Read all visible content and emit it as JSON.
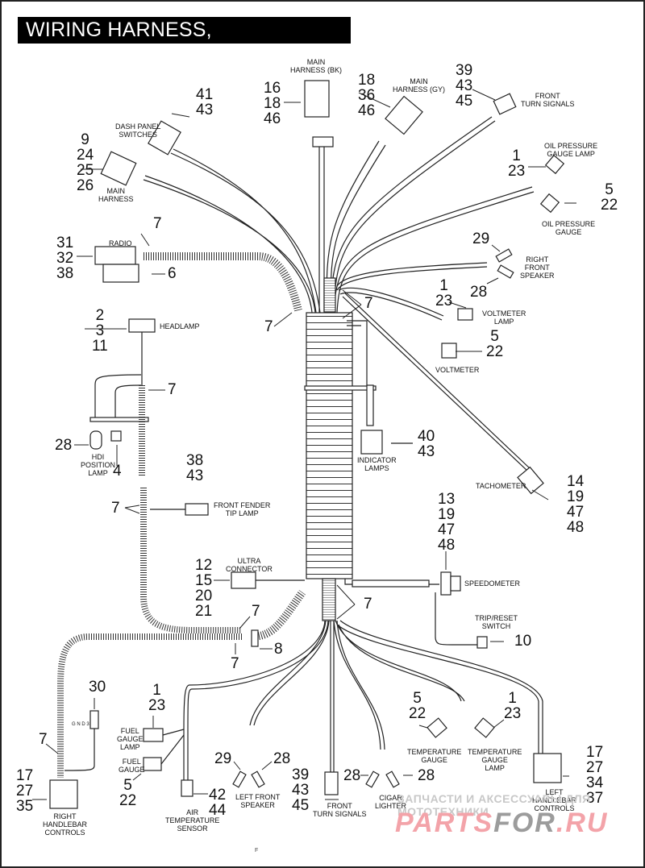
{
  "title": "WIRING HARNESS, INTERCONNECT",
  "components": [
    {
      "id": "main-harness-bk",
      "label": "MAIN\nHARNESS (BK)",
      "callouts": "16\n18\n46"
    },
    {
      "id": "main-harness-gy",
      "label": "MAIN\nHARNESS (GY)",
      "callouts": "18\n36\n46"
    },
    {
      "id": "front-turn-signals-top",
      "label": "FRONT\nTURN SIGNALS",
      "callouts": "39\n43\n45"
    },
    {
      "id": "dash-panel-switches",
      "label": "DASH PANEL\nSWITCHES",
      "callouts": "41\n43"
    },
    {
      "id": "main-harness",
      "label": "MAIN\nHARNESS",
      "callouts": "9\n24\n25\n26"
    },
    {
      "id": "oil-pressure-gauge-lamp",
      "label": "OIL PRESSURE\nGAUGE LAMP",
      "callouts": "1\n23"
    },
    {
      "id": "oil-pressure-gauge",
      "label": "OIL PRESSURE\nGAUGE",
      "callouts": "5\n22"
    },
    {
      "id": "radio",
      "label": "RADIO",
      "callouts": "31\n32\n38"
    },
    {
      "id": "right-front-speaker",
      "label": "RIGHT\nFRONT\nSPEAKER",
      "callouts_a": "29",
      "callouts_b": "28"
    },
    {
      "id": "voltmeter-lamp",
      "label": "VOLTMETER\nLAMP",
      "callouts": "1\n23"
    },
    {
      "id": "voltmeter",
      "label": "VOLTMETER",
      "callouts": "5\n22"
    },
    {
      "id": "headlamp",
      "label": "HEADLAMP",
      "callouts": "2\n3\n11"
    },
    {
      "id": "hdi-position-lamp",
      "label": "HDI\nPOSITION\nLAMP",
      "callouts": "28"
    },
    {
      "id": "indicator-lamps",
      "label": "INDICATOR\nLAMPS",
      "callouts": "40\n43"
    },
    {
      "id": "tachometer",
      "label": "TACHOMETER",
      "callouts": "14\n19\n47\n48"
    },
    {
      "id": "front-fender-tip-lamp",
      "label": "FRONT FENDER\nTIP LAMP",
      "callouts": "38\n43"
    },
    {
      "id": "speedometer",
      "label": "SPEEDOMETER",
      "callouts": "13\n19\n47\n48"
    },
    {
      "id": "ultra-connector",
      "label": "ULTRA\nCONNECTOR",
      "callouts": "12\n15\n20\n21"
    },
    {
      "id": "trip-reset-switch",
      "label": "TRIP/RESET\nSWITCH",
      "callouts": "10"
    },
    {
      "id": "gnd3",
      "label": "G N D 3",
      "callouts": "30"
    },
    {
      "id": "fuel-gauge-lamp",
      "label": "FUEL\nGAUGE\nLAMP",
      "callouts": "1\n23"
    },
    {
      "id": "fuel-gauge",
      "label": "FUEL\nGAUGE",
      "callouts": "5\n22"
    },
    {
      "id": "temperature-gauge",
      "label": "TEMPERATURE\nGAUGE",
      "callouts": "5\n22"
    },
    {
      "id": "temperature-gauge-lamp",
      "label": "TEMPERATURE\nGAUGE\nLAMP",
      "callouts": "1\n23"
    },
    {
      "id": "air-temperature-sensor",
      "label": "AIR\nTEMPERATURE\nSENSOR",
      "callouts": "42\n44"
    },
    {
      "id": "left-front-speaker",
      "label": "LEFT FRONT\nSPEAKER",
      "callouts_a": "29",
      "callouts_b": "28"
    },
    {
      "id": "front-turn-signals-bottom",
      "label": "FRONT\nTURN SIGNALS",
      "callouts": "39\n43\n45"
    },
    {
      "id": "cigar-lighter",
      "label": "CIGAR\nLIGHTER",
      "callouts_a": "28",
      "callouts_b": "28"
    },
    {
      "id": "right-handlebar-controls",
      "label": "RIGHT\nHANDLEBAR\nCONTROLS",
      "callouts": "17\n27\n35"
    },
    {
      "id": "left-handlebar-controls",
      "label": "LEFT\nHANDLEBAR\nCONTROLS",
      "callouts": "17\n27\n34\n37"
    }
  ],
  "clip_callouts": {
    "clip": "7",
    "grommet": "6",
    "fastener": "8",
    "hdi_bracket": "4"
  },
  "watermark": {
    "line1": "ЗАПЧАСТИ И АКСЕССУАРЫ ДЛЯ МОТОТЕХНИКИ",
    "brand_a": "PARTS",
    "brand_b": "FOR",
    "brand_c": ".RU"
  },
  "footer": {
    "mark": "F"
  }
}
